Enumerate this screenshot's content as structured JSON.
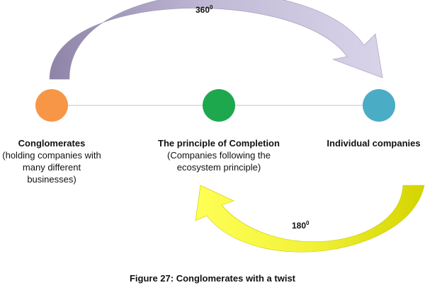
{
  "nodes": [
    {
      "name": "Conglomerates",
      "description": "(holding companies with many different businesses)",
      "color": "#F79646"
    },
    {
      "name": "The principle of Completion",
      "description": "(Companies following the ecosystem principle)",
      "color": "#1EA84E"
    },
    {
      "name": "Individual companies",
      "description": "",
      "color": "#4BACC6"
    }
  ],
  "arrows": {
    "top": {
      "degree_base": "360",
      "degree_sup": "0",
      "color": "#B3A9C7"
    },
    "bottom": {
      "degree_base": "180",
      "degree_sup": "0",
      "color": "#FFFF33"
    }
  },
  "connector_color": "#D0D0D0",
  "caption": "Figure 27: Conglomerates with a twist"
}
